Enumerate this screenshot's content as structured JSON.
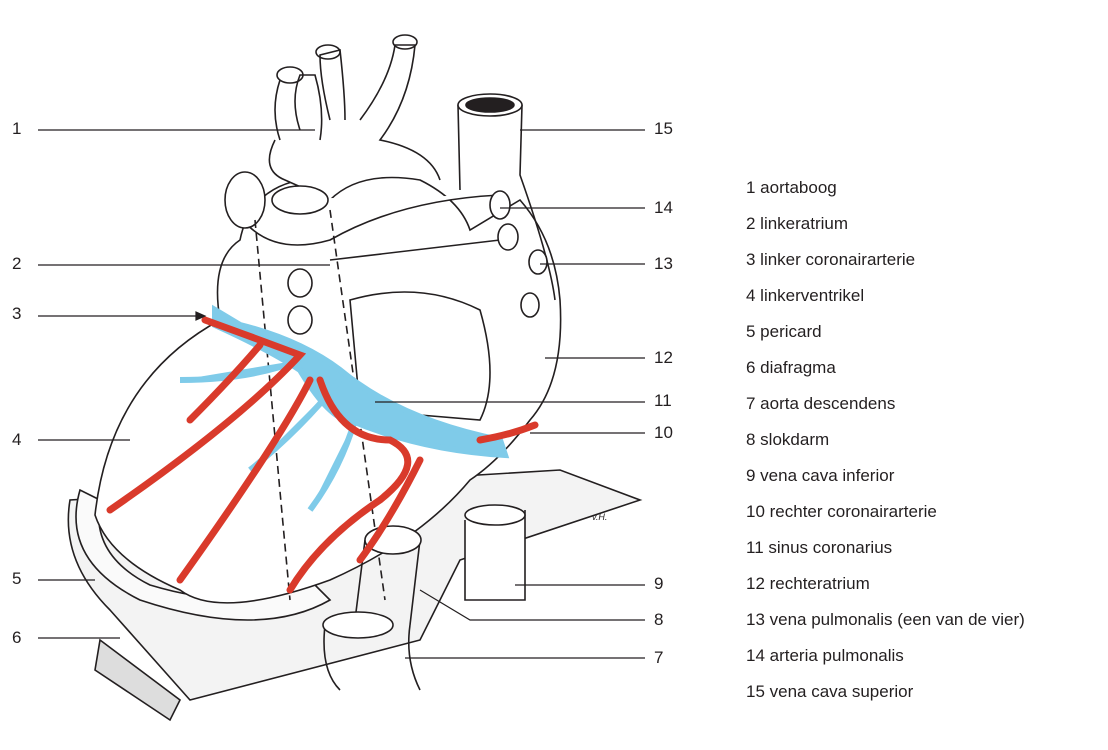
{
  "diagram": {
    "signature": "v.H.",
    "colors": {
      "sinus": "#7fcbe9",
      "artery": "#d93a2b",
      "outline": "#231f20"
    },
    "labels_left": [
      "1",
      "2",
      "3",
      "4",
      "5",
      "6"
    ],
    "labels_right": [
      "15",
      "14",
      "13",
      "12",
      "11",
      "10",
      "9",
      "8",
      "7"
    ]
  },
  "legend": [
    "1 aortaboog",
    "2 linkeratrium",
    "3 linker coronairarterie",
    "4 linkerventrikel",
    "5 pericard",
    "6 diafragma",
    "7 aorta descendens",
    "8 slokdarm",
    "9 vena cava inferior",
    "10 rechter coronairarterie",
    "11 sinus coronarius",
    "12 rechteratrium",
    "13 vena pulmonalis (een van de vier)",
    "14 arteria pulmonalis",
    "15 vena cava superior"
  ]
}
